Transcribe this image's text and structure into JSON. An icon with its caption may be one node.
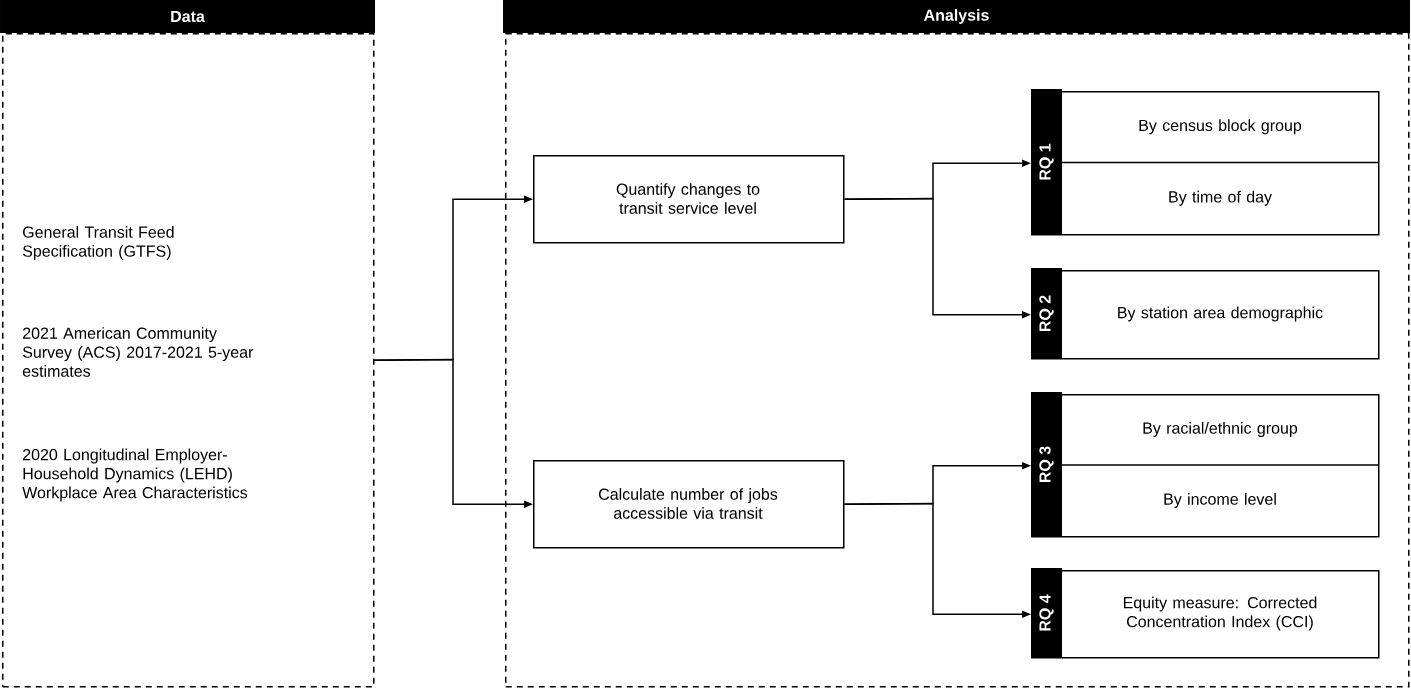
{
  "diagram": {
    "nodes": [
      {
        "text": [
          "Data",
          "General Transit Feed Specification (GTFS)",
          "2021 American Community Survey (ACS) 2017-2021 5-year estimates",
          "2020 Longitudinal Employer-Household Dynamics (LEHD) Workplace Area Characteristics"
        ]
      },
      {
        "text": [
          "Analysis"
        ]
      },
      {
        "text": [
          "Quantify changes to transit service level"
        ],
        "in": 1
      },
      {
        "text": [
          "Calculate number of jobs accessible via transit"
        ],
        "in": 1
      },
      {
        "text": [
          "RQ 1",
          "By census block group",
          "By time of day"
        ],
        "in": 1
      },
      {
        "text": [
          "RQ 2",
          "By station area demographic"
        ],
        "in": 1
      },
      {
        "text": [
          "RQ 3",
          "By racial/ethnic group",
          "By income level"
        ],
        "in": 1
      },
      {
        "text": [
          "RQ 4",
          "Equity measure: Corrected Concentration Index (CCI)"
        ],
        "in": 1
      }
    ],
    "edges": [
      {
        "from": 0,
        "to": 2,
        "arrow": "to"
      },
      {
        "from": 0,
        "to": 3,
        "arrow": "to"
      },
      {
        "from": 2,
        "to": 4,
        "arrow": "to"
      },
      {
        "from": 2,
        "to": 5,
        "arrow": "to"
      },
      {
        "from": 3,
        "to": 6,
        "arrow": "to"
      },
      {
        "from": 3,
        "to": 7,
        "arrow": "to"
      }
    ]
  }
}
